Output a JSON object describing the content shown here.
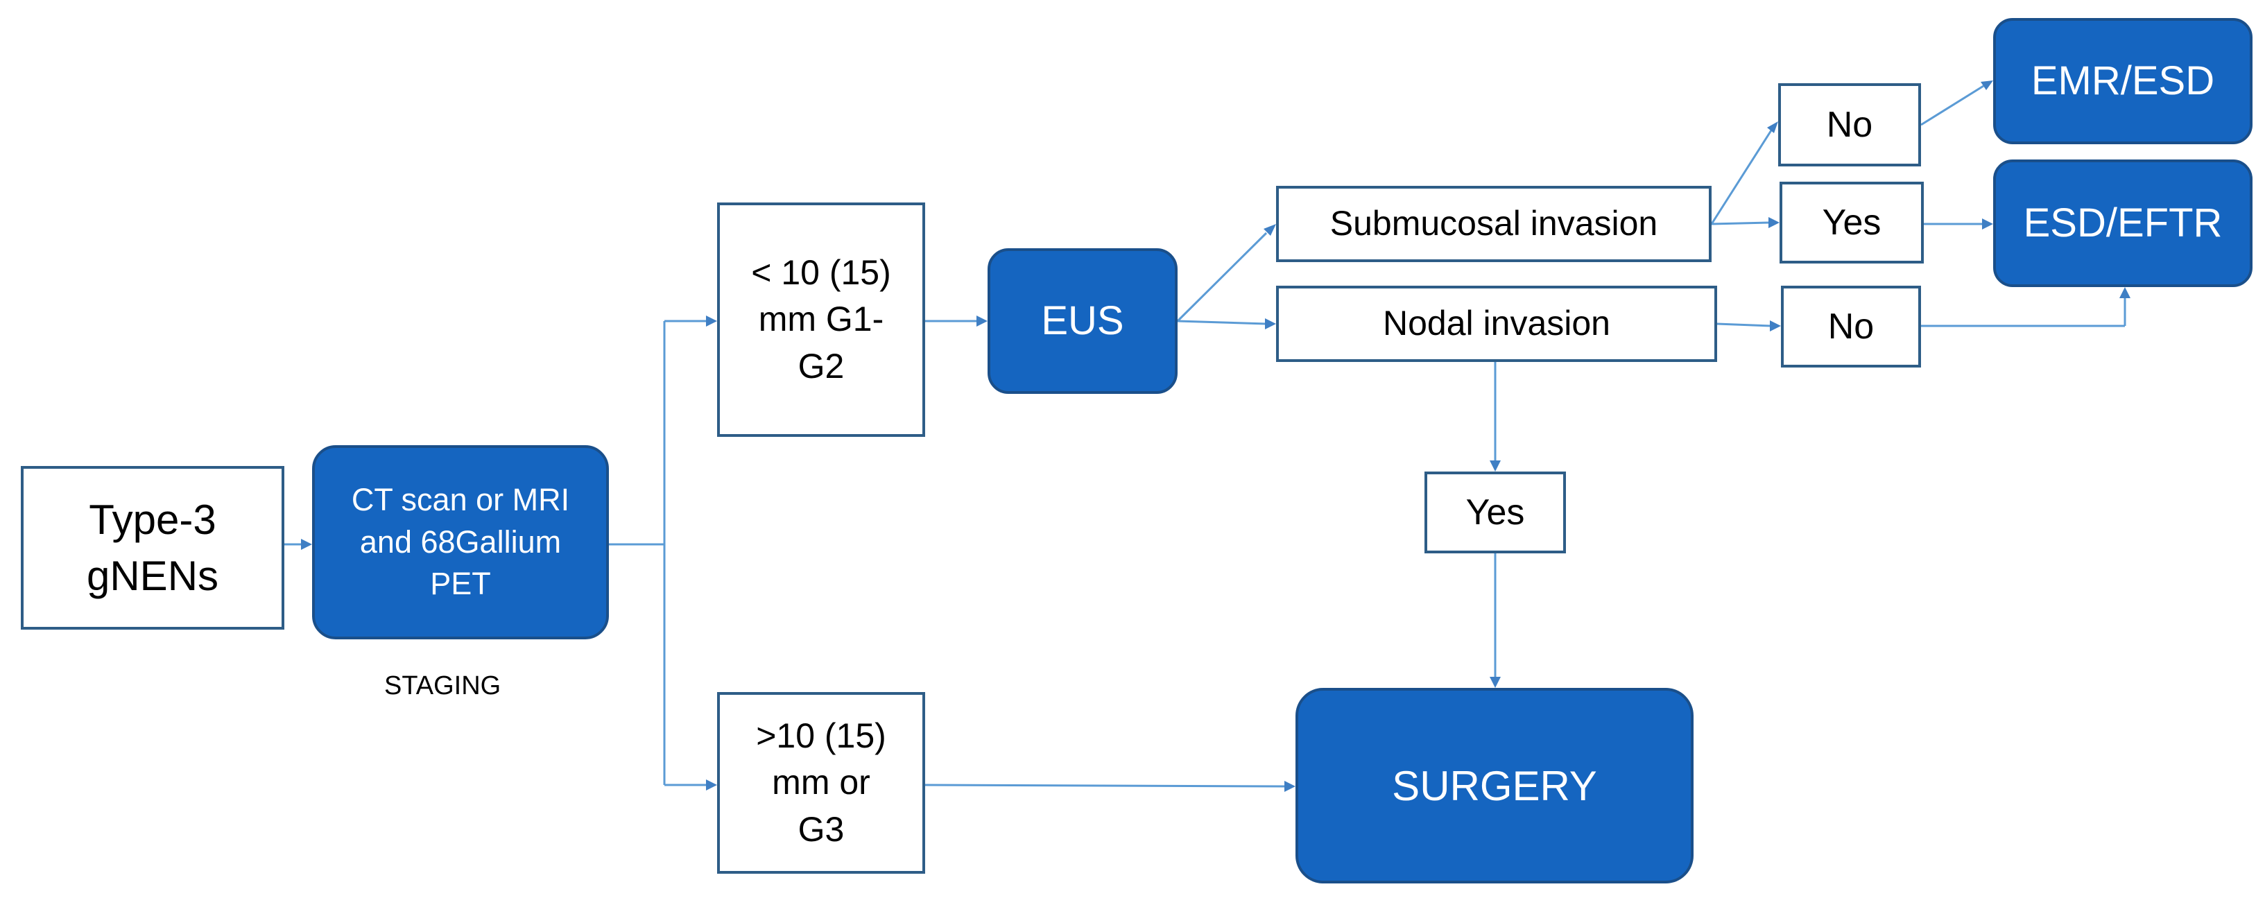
{
  "colors": {
    "primary_fill": "#1565c0",
    "primary_border": "#1a4f8a",
    "outline_border": "#2e5d87",
    "connector": "#5b9bd5"
  },
  "nodes": {
    "type3": "Type-3 gNENs",
    "ct_scan": "CT scan or MRI and 68Gallium PET",
    "staging": "STAGING",
    "small_lesion": "< 10 (15) mm G1-G2",
    "large_lesion": ">10 (15) mm or G3",
    "eus": "EUS",
    "submucosal": "Submucosal invasion",
    "nodal": "Nodal invasion",
    "no_top": "No",
    "yes_mid": "Yes",
    "no_nodal": "No",
    "yes_nodal": "Yes",
    "emr_esd": "EMR/ESD",
    "esd_eftr": "ESD/EFTR",
    "surgery": "SURGERY"
  }
}
